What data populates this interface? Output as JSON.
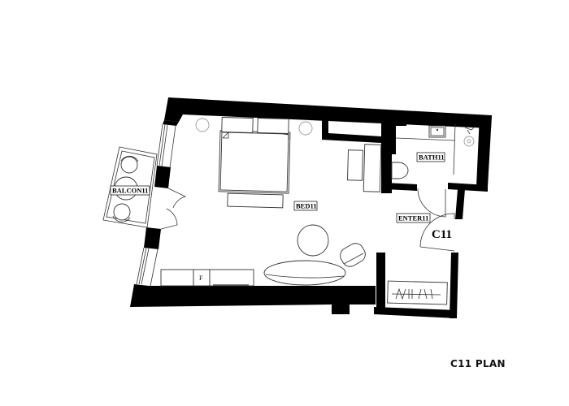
{
  "plan": {
    "title": "C11 PLAN",
    "unit_label": "C11",
    "rooms": {
      "balcony": "BALCON11",
      "bedroom": "BED11",
      "bathroom": "BATH11",
      "entrance": "ENTER11"
    },
    "fridge_label": "F"
  },
  "colors": {
    "wall": "#000000",
    "background": "#ffffff",
    "line": "#333333"
  }
}
